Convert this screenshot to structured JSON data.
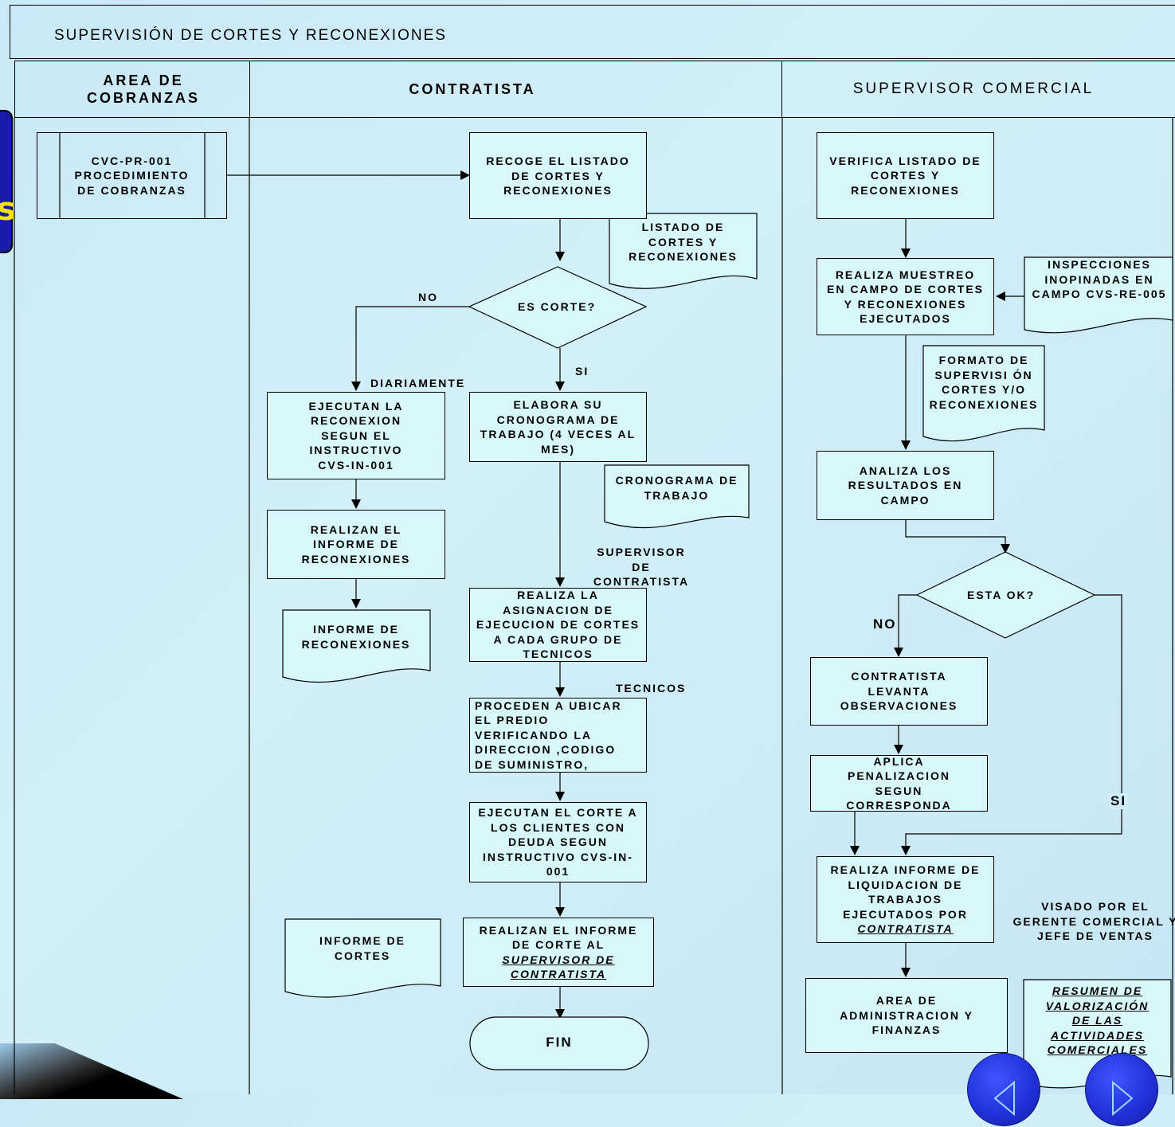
{
  "title": "SUPERVISIÓN DE CORTES Y RECONEXIONES",
  "lanes": {
    "cobranzas": "AREA DE COBRANZAS",
    "contratista": "CONTRATISTA",
    "supervisor": "SUPERVISOR COMERCIAL"
  },
  "side_glyph": "s",
  "cobranzas_proc": "CVC-PR-001 PROCEDIMIENTO DE COBRANZAS",
  "contratista": {
    "recoge": "RECOGE EL LISTADO DE CORTES Y RECONEXIONES",
    "listado_doc": "LISTADO DE CORTES Y RECONEXIONES",
    "es_corte": "ES CORTE?",
    "no": "NO",
    "si": "SI",
    "diariamente": "DIARIAMENTE",
    "ejecutan_reconexion": "EJECUTAN LA RECONEXION SEGUN EL INSTRUCTIVO CVS-IN-001",
    "realizan_informe_recon": "REALIZAN EL INFORME DE RECONEXIONES",
    "informe_recon_doc": "INFORME DE RECONEXIONES",
    "elabora": "ELABORA SU CRONOGRAMA DE TRABAJO  (4 VECES AL MES)",
    "cronograma_doc": "CRONOGRAMA DE TRABAJO",
    "supervisor_contratista": "SUPERVISOR DE CONTRATISTA",
    "asignacion": "REALIZA LA ASIGNACION DE EJECUCION  DE CORTES A CADA GRUPO DE TECNICOS",
    "tecnicos": "TECNICOS",
    "proceden": "PROCEDEN A UBICAR EL PREDIO VERIFICANDO LA DIRECCION ,CODIGO DE SUMINISTRO,",
    "ejecutan_corte": "EJECUTAN EL CORTE A LOS CLIENTES CON DEUDA  SEGUN INSTRUCTIVO CVS-IN-001",
    "informe_corte_pre": "REALIZAN EL INFORME DE CORTE AL",
    "informe_corte_link": "SUPERVISOR  DE CONTRATISTA",
    "informe_cortes_doc": "INFORME DE CORTES",
    "fin": "FIN"
  },
  "supervisor": {
    "verifica": "VERIFICA LISTADO DE CORTES Y RECONEXIONES",
    "muestreo": "REALIZA MUESTREO EN CAMPO DE CORTES Y RECONEXIONES EJECUTADOS",
    "inspecciones_doc": "INSPECCIONES INOPINADAS EN CAMPO CVS-RE-005",
    "formato_doc": "FORMATO DE SUPERVISI ÓN CORTES Y/O RECONEXIONES",
    "analiza": "ANALIZA LOS RESULTADOS EN CAMPO",
    "esta_ok": "ESTA OK?",
    "no": "NO",
    "si": "SI",
    "levanta": "CONTRATISTA LEVANTA OBSERVACIONES",
    "penalizacion": "APLICA PENALIZACION SEGUN CORRESPONDA",
    "liquidacion_pre": "REALIZA INFORME  DE LIQUIDACION DE TRABAJOS EJECUTADOS POR",
    "liquidacion_link": "CONTRATISTA",
    "visado": "VISADO POR EL GERENTE COMERCIAL Y JEFE DE VENTAS",
    "admin": "AREA DE ADMINISTRACION Y FINANZAS",
    "resumen_doc": "RESUMEN DE VALORIZACIÓN DE LAS ACTIVIDADES COMERCIALES"
  },
  "colors": {
    "background": "#cdeef7",
    "box_fill": "#d8f7fb",
    "nav_blue": "#1f2fd6"
  },
  "icons": [
    "nav-back-icon",
    "nav-forward-icon"
  ]
}
